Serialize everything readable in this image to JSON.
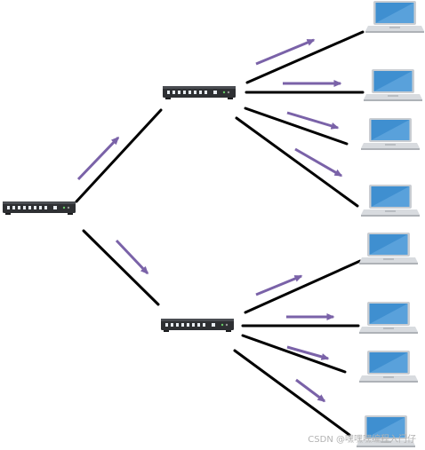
{
  "diagram": {
    "devices": [
      {
        "id": "root",
        "kind": "switch"
      },
      {
        "id": "sw-top",
        "kind": "switch"
      },
      {
        "id": "sw-bottom",
        "kind": "switch"
      },
      {
        "id": "pc-1",
        "kind": "laptop"
      },
      {
        "id": "pc-2",
        "kind": "laptop"
      },
      {
        "id": "pc-3",
        "kind": "laptop"
      },
      {
        "id": "pc-4",
        "kind": "laptop"
      },
      {
        "id": "pc-5",
        "kind": "laptop"
      },
      {
        "id": "pc-6",
        "kind": "laptop"
      },
      {
        "id": "pc-7",
        "kind": "laptop"
      },
      {
        "id": "pc-8",
        "kind": "laptop"
      }
    ],
    "links": [
      {
        "from": "root",
        "to": "sw-top"
      },
      {
        "from": "root",
        "to": "sw-bottom"
      },
      {
        "from": "sw-top",
        "to": "pc-1"
      },
      {
        "from": "sw-top",
        "to": "pc-2"
      },
      {
        "from": "sw-top",
        "to": "pc-3"
      },
      {
        "from": "sw-top",
        "to": "pc-4"
      },
      {
        "from": "sw-bottom",
        "to": "pc-5"
      },
      {
        "from": "sw-bottom",
        "to": "pc-6"
      },
      {
        "from": "sw-bottom",
        "to": "pc-7"
      },
      {
        "from": "sw-bottom",
        "to": "pc-8"
      }
    ],
    "flow_direction": "root-to-laptops",
    "colors": {
      "link": "#000000",
      "arrow": "#7a62a8",
      "switch_body": "#2e3033",
      "switch_port": "#e8edf2",
      "laptop_screen": "#3f8fd0",
      "laptop_body": "#c9cdd2"
    }
  },
  "watermark": "CSDN @嘿嘿嘿编程入门仔"
}
